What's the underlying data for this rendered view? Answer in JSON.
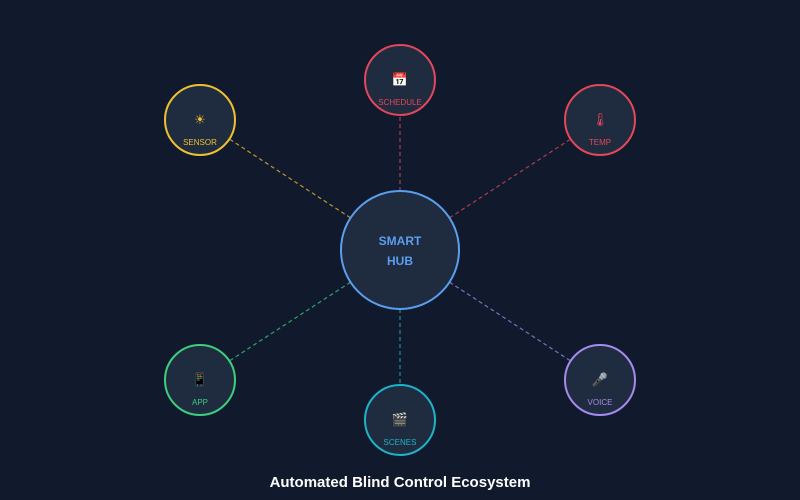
{
  "caption": "Automated Blind Control Ecosystem",
  "hub": {
    "label_line1": "SMART",
    "label_line2": "HUB",
    "color": "#5b9ef0",
    "fill": "#1f2b3e"
  },
  "node_fill": "#1f2b3e",
  "nodes": [
    {
      "id": "schedule",
      "label": "SCHEDULE",
      "icon": "calendar-icon",
      "glyph": "📅",
      "color": "#e2475c"
    },
    {
      "id": "temp",
      "label": "TEMP",
      "icon": "thermometer-icon",
      "glyph": "🌡",
      "color": "#e2475c"
    },
    {
      "id": "sensor",
      "label": "SENSOR",
      "icon": "sun-icon",
      "glyph": "☀",
      "color": "#f0c030"
    },
    {
      "id": "app",
      "label": "APP",
      "icon": "phone-icon",
      "glyph": "📱",
      "color": "#3ccf7d"
    },
    {
      "id": "scenes",
      "label": "SCENES",
      "icon": "scenes-icon",
      "glyph": "🎬",
      "color": "#1fb3c8"
    },
    {
      "id": "voice",
      "label": "VOICE",
      "icon": "microphone-icon",
      "glyph": "🎤",
      "color": "#a58bf0"
    }
  ]
}
